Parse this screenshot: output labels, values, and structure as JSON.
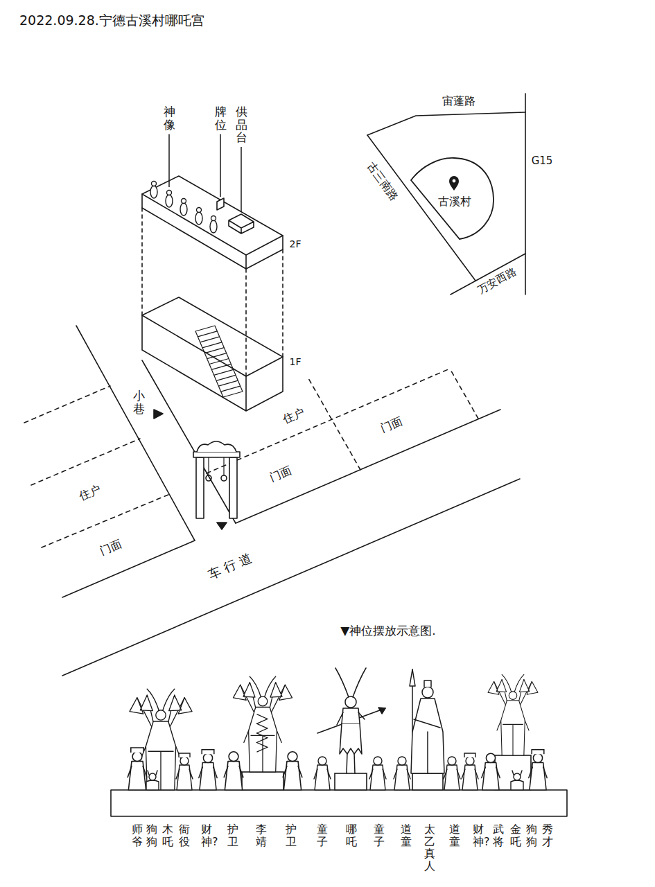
{
  "diagram": {
    "title": "2022.09.28.宁德古溪村哪吒宫",
    "nodes": [
      {
        "text": [
          "古溪村"
        ]
      }
    ],
    "labels": [
      "神像",
      "牌位",
      "供品台",
      "宙蓬路",
      "G15",
      "古三南路",
      "万安西路",
      "2F",
      "1F",
      "小巷",
      "住户",
      "门面",
      "住户",
      "门面",
      "门面",
      "车行道",
      "▼神位摆放示意图.",
      "师爷",
      "狗狗",
      "木吒",
      "衙役",
      "财神?",
      "护卫",
      "李靖",
      "护卫",
      "童子",
      "哪吒",
      "童子",
      "道童",
      "太乙真人",
      "道童",
      "财神?",
      "武将",
      "金吒",
      "狗狗",
      "秀才"
    ]
  }
}
